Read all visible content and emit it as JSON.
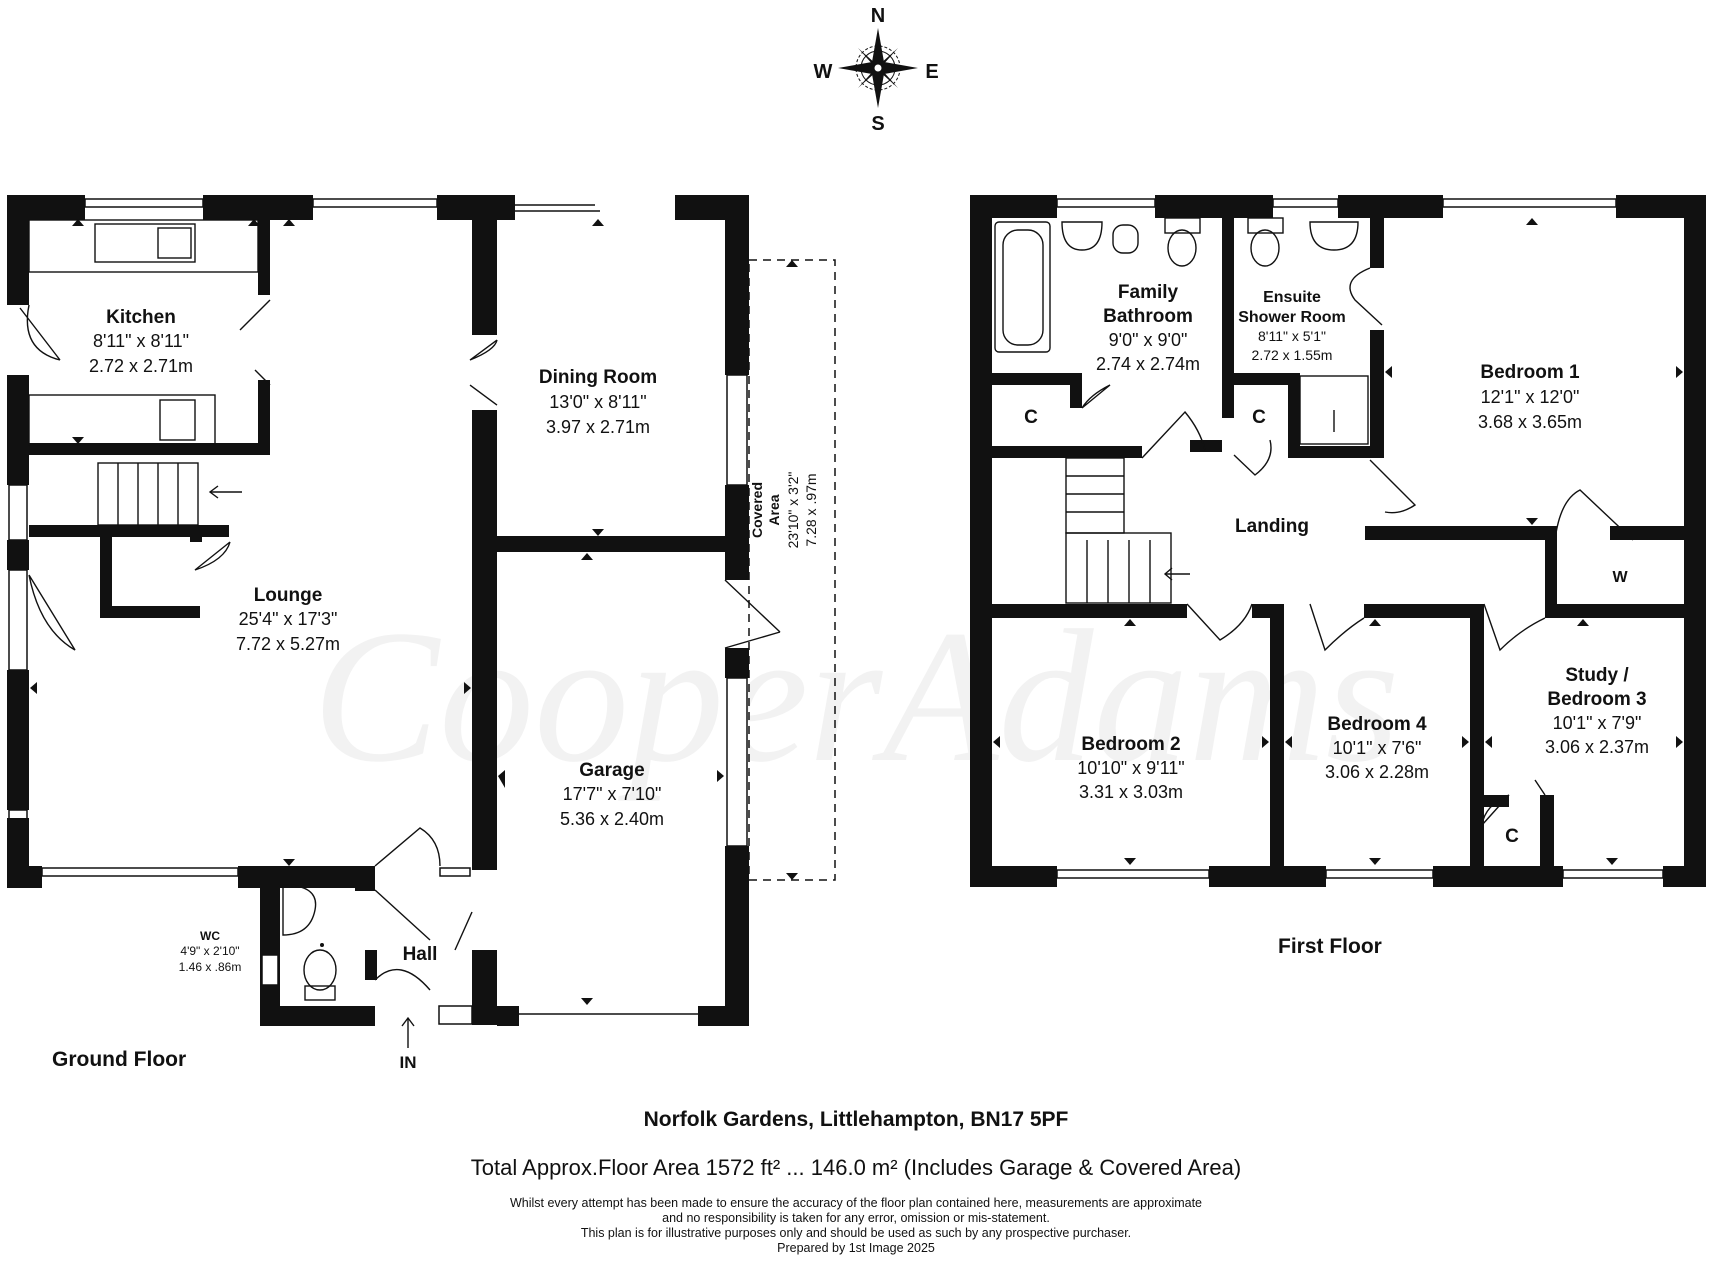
{
  "compass": {
    "n": "N",
    "e": "E",
    "s": "S",
    "w": "W"
  },
  "watermark": "CooperAdams",
  "ground_floor": {
    "title": "Ground Floor",
    "entrance": "IN",
    "rooms": {
      "kitchen": {
        "name": "Kitchen",
        "imperial": "8'11\" x 8'11\"",
        "metric": "2.72 x 2.71m"
      },
      "lounge": {
        "name": "Lounge",
        "imperial": "25'4\" x 17'3\"",
        "metric": "7.72 x 5.27m"
      },
      "dining": {
        "name": "Dining Room",
        "imperial": "13'0\" x 8'11\"",
        "metric": "3.97 x 2.71m"
      },
      "garage": {
        "name": "Garage",
        "imperial": "17'7\" x 7'10\"",
        "metric": "5.36 x 2.40m"
      },
      "hall": {
        "name": "Hall"
      },
      "wc": {
        "name": "WC",
        "imperial": "4'9\" x 2'10\"",
        "metric": "1.46 x .86m"
      },
      "covered": {
        "name1": "Covered",
        "name2": "Area",
        "imperial": "23'10\" x 3'2\"",
        "metric": "7.28 x .97m"
      }
    }
  },
  "first_floor": {
    "title": "First Floor",
    "rooms": {
      "bathroom": {
        "name1": "Family",
        "name2": "Bathroom",
        "imperial": "9'0\" x 9'0\"",
        "metric": "2.74 x 2.74m"
      },
      "ensuite": {
        "name1": "Ensuite",
        "name2": "Shower Room",
        "imperial": "8'11\" x 5'1\"",
        "metric": "2.72 x 1.55m"
      },
      "bedroom1": {
        "name": "Bedroom 1",
        "imperial": "12'1\" x 12'0\"",
        "metric": "3.68 x 3.65m"
      },
      "landing": {
        "name": "Landing"
      },
      "bedroom2": {
        "name": "Bedroom 2",
        "imperial": "10'10\" x 9'11\"",
        "metric": "3.31 x 3.03m"
      },
      "bedroom4": {
        "name": "Bedroom 4",
        "imperial": "10'1\" x 7'6\"",
        "metric": "3.06 x 2.28m"
      },
      "study": {
        "name1": "Study /",
        "name2": "Bedroom 3",
        "imperial": "10'1\" x 7'9\"",
        "metric": "3.06 x 2.37m"
      },
      "cupboard": "C",
      "wardrobe": "W"
    }
  },
  "address": "Norfolk Gardens, Littlehampton, BN17 5PF",
  "total_area": "Total Approx.Floor Area 1572 ft² ... 146.0 m² (Includes Garage & Covered Area)",
  "disclaimer": [
    "Whilst every attempt has been made to ensure the accuracy of the floor plan contained here, measurements are approximate",
    "and no responsibility is taken for any error, omission or mis-statement.",
    "This plan is for illustrative purposes only and should be used as such by any prospective purchaser.",
    "Prepared by 1st Image 2025"
  ]
}
